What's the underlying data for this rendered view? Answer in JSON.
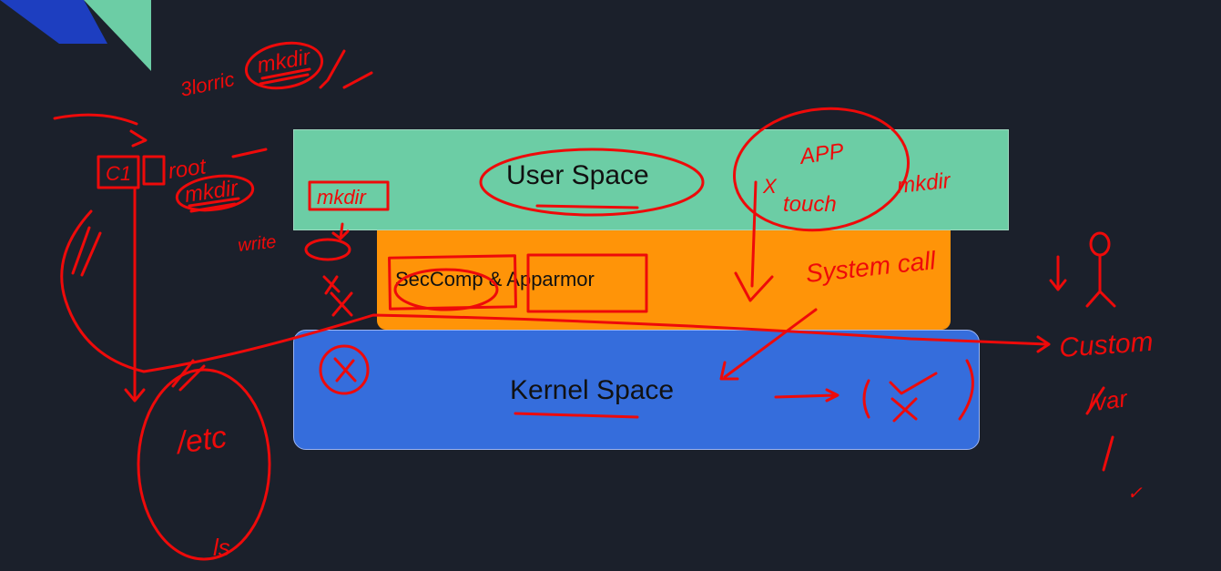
{
  "diagram": {
    "user_space_label": "User Space",
    "secure_layer_label": "SecComp & Apparmor",
    "kernel_space_label": "Kernel Space"
  },
  "colors": {
    "background": "#1b202b",
    "user_space": "#6ccda5",
    "secure_layer": "#ff9408",
    "kernel_space": "#356ddc",
    "corner_dark": "#1d3ec0",
    "corner_light": "#6ccda5",
    "annotation_ink": "#ee0a0a"
  },
  "annotations": {
    "blorric": "3lorric",
    "mkdir_top": "mkdir",
    "c1": "C1",
    "root": "root",
    "mkdir_mid": "mkdir",
    "mkdir_left": "mkdir",
    "write": "write",
    "app": "APP",
    "touch": "touch",
    "mkdir_right": "mkdir",
    "system_call": "System call",
    "custom": "Custom",
    "var": "/var",
    "etc": "/etc",
    "ls": "ls",
    "x_mark": "X",
    "check_mark": "✓"
  }
}
